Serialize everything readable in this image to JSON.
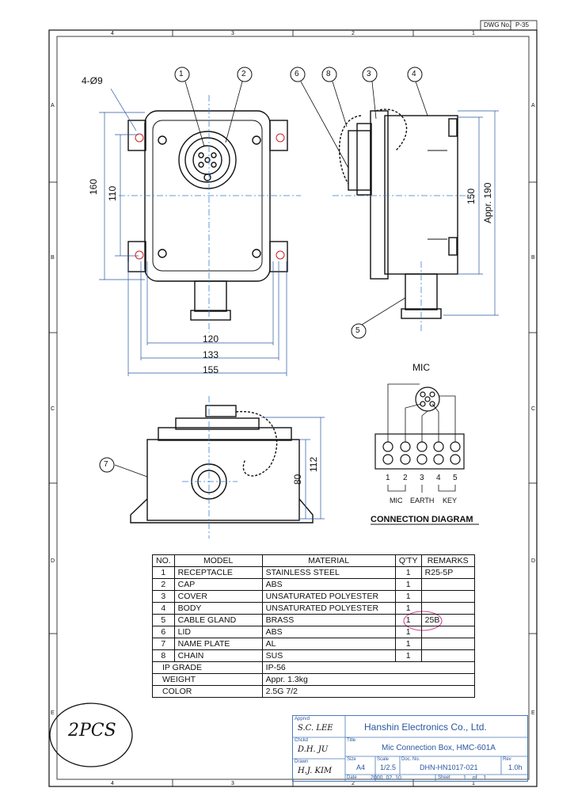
{
  "dwg": {
    "label": "DWG No.",
    "value": "P-35"
  },
  "border": {
    "cols_top": [
      "4",
      "3",
      "2",
      "1"
    ],
    "cols_bottom": [
      "4",
      "3",
      "2",
      "1"
    ],
    "rows_left": [
      "A",
      "B",
      "C",
      "D",
      "E"
    ],
    "rows_right": [
      "A",
      "B",
      "C",
      "D",
      "E"
    ]
  },
  "front_view": {
    "hole_note": "4-Ø9",
    "dims": {
      "h_outer": "160",
      "h_inner": "110",
      "w1": "120",
      "w2": "133",
      "w3": "155"
    },
    "balloons": [
      "1",
      "2"
    ]
  },
  "side_view": {
    "dims": {
      "h1": "150",
      "h2": "Appr. 190"
    },
    "balloons": [
      "6",
      "8",
      "3",
      "4",
      "5"
    ]
  },
  "bottom_view": {
    "dims": {
      "h1": "80",
      "h2": "112"
    },
    "balloons": [
      "7"
    ]
  },
  "connection": {
    "title": "MIC",
    "pins": [
      "1",
      "2",
      "3",
      "4",
      "5"
    ],
    "groups": [
      "MIC",
      "EARTH",
      "KEY"
    ],
    "caption": "CONNECTION DIAGRAM"
  },
  "parts_table": {
    "headers": [
      "NO.",
      "MODEL",
      "MATERIAL",
      "Q'TY",
      "REMARKS"
    ],
    "rows": [
      [
        "1",
        "RECEPTACLE",
        "STAINLESS STEEL",
        "1",
        "R25-5P"
      ],
      [
        "2",
        "CAP",
        "ABS",
        "1",
        ""
      ],
      [
        "3",
        "COVER",
        "UNSATURATED POLYESTER",
        "1",
        ""
      ],
      [
        "4",
        "BODY",
        "UNSATURATED POLYESTER",
        "1",
        ""
      ],
      [
        "5",
        "CABLE GLAND",
        "BRASS",
        "1",
        "25B"
      ],
      [
        "6",
        "LID",
        "ABS",
        "1",
        ""
      ],
      [
        "7",
        "NAME PLATE",
        "AL",
        "1",
        ""
      ],
      [
        "8",
        "CHAIN",
        "SUS",
        "1",
        ""
      ]
    ],
    "specs": [
      [
        "IP GRADE",
        "IP-56"
      ],
      [
        "WEIGHT",
        "Appr. 1.3kg"
      ],
      [
        "COLOR",
        "2.5G 7/2"
      ]
    ]
  },
  "handwritten_note": "2PCS",
  "title_block": {
    "apprvd_label": "Apprvd",
    "apprvd_sign": "S.C. LEE",
    "chckd_label": "Chckd",
    "chckd_sign": "D.H. JU",
    "drawn_label": "Drawn",
    "drawn_sign": "H.J. KIM",
    "company": "Hanshin Electronics Co., Ltd.",
    "title_label": "Title",
    "title": "Mic Connection Box, HMC-601A",
    "size_label": "Size",
    "size": "A4",
    "scale_label": "Scale",
    "scale": "1/2.5",
    "docno_label": "Doc. No.",
    "docno": "DHN-HN1017-021",
    "rev_label": "Rev",
    "rev": "1.0h",
    "date_label": "Date",
    "date": "2000. 02. 10",
    "sheet_label": "Sheet",
    "sheet": "1    of    1"
  },
  "colors": {
    "line": "#111111",
    "center": "#3a7fd0",
    "dim": "#2a56a0",
    "accent": "#d02020",
    "highlight": "#d04090"
  }
}
